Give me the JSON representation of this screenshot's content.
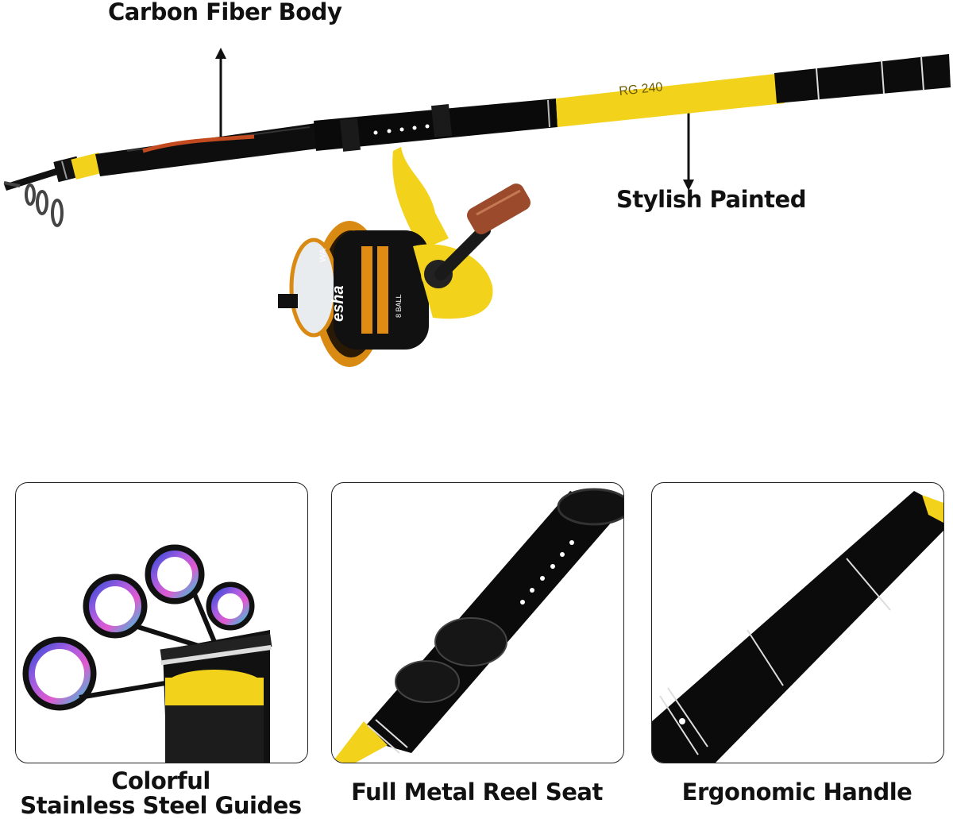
{
  "callouts": {
    "top_left": "Carbon Fiber Body",
    "right": "Stylish Painted"
  },
  "rod": {
    "model_text": "RG 240",
    "reel_brand": "esha",
    "reel_model": "WA",
    "reel_spec": "8 BALL"
  },
  "panels": [
    {
      "caption_line1": "Colorful",
      "caption_line2": "Stainless Steel Guides"
    },
    {
      "caption": "Full Metal Reel Seat"
    },
    {
      "caption": "Ergonomic Handle"
    }
  ],
  "colors": {
    "rod_yellow": "#f2d21b",
    "rod_black": "#0d0d0d",
    "reel_orange": "#d98a12",
    "handle_wood": "#9b4a2b"
  }
}
